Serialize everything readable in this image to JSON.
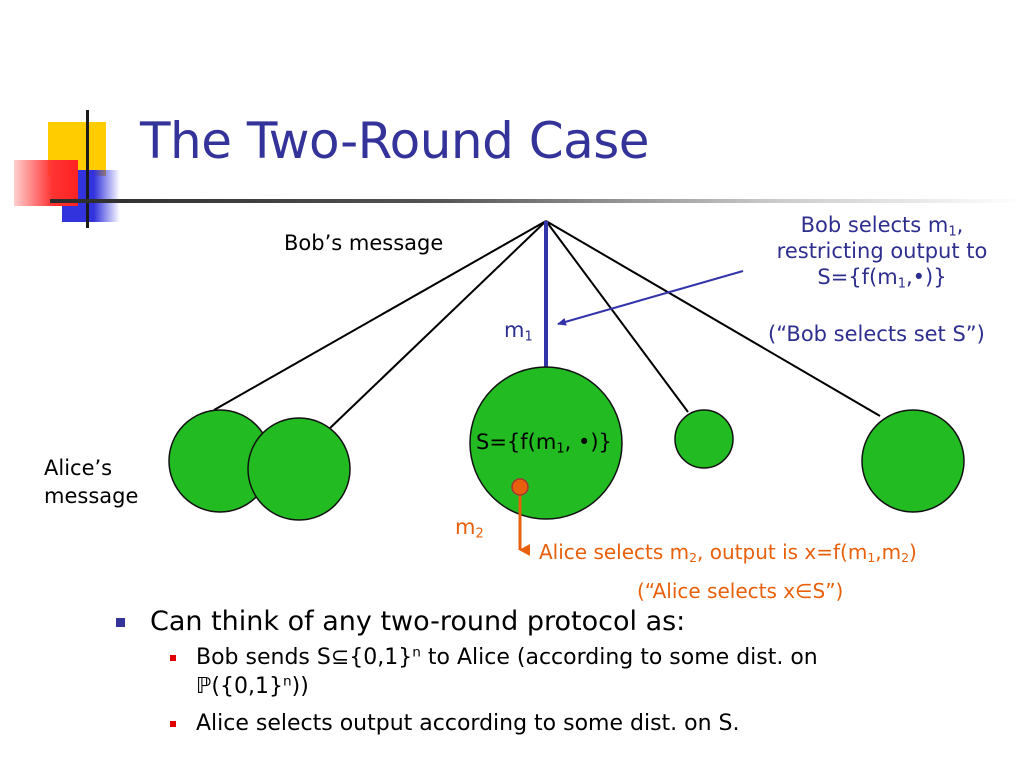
{
  "title": "The Two-Round Case",
  "colors": {
    "title": "#333399",
    "circle_fill": "#22bb22",
    "tree_line": "#000000",
    "bob_path": "#3333aa",
    "annotation_navy": "#2e2e8f",
    "annotation_orange": "#e8600c",
    "deco_yellow": "#ffcc00",
    "deco_red": "#ff2222",
    "deco_blue": "#3333dd"
  },
  "diagram": {
    "bob_message_label": "Bob’s message",
    "alice_message_label_line1": "Alice’s",
    "alice_message_label_line2": "message",
    "m1": {
      "base": "m",
      "sub": "1"
    },
    "m2": {
      "base": "m",
      "sub": "2"
    },
    "set_label": {
      "pre": "S={f(m",
      "sub": "1",
      "post": ", •)}"
    },
    "bob_note": {
      "line1_pre": "Bob selects m",
      "line1_sub": "1",
      "line1_post": ",",
      "line2": "restricting output to",
      "line3_pre": "S={f(m",
      "line3_sub": "1",
      "line3_post": ",•)}",
      "line4": "(“Bob selects set S”)"
    },
    "alice_note": {
      "pre": "Alice selects m",
      "sub_a": "2",
      "mid": ", output is x=f(m",
      "sub_b": "1",
      "mid2": ",m",
      "sub_c": "2",
      "post": ")",
      "line2": "(“Alice selects x∈S”)"
    }
  },
  "bullets": {
    "main": "Can think of any two-round protocol as:",
    "sub1": {
      "pre": "Bob sends S⊆{0,1}",
      "sup1": "n",
      "mid": " to Alice (according to some dist. on",
      "line2_pre": "ℙ({0,1}",
      "sup2": "n",
      "line2_post": "))"
    },
    "sub2": "Alice selects output according to some dist. on S."
  },
  "icons": {
    "main_bullet": "square-bullet-icon",
    "sub_bullet": "square-bullet-icon",
    "arrow": "arrow-icon"
  }
}
